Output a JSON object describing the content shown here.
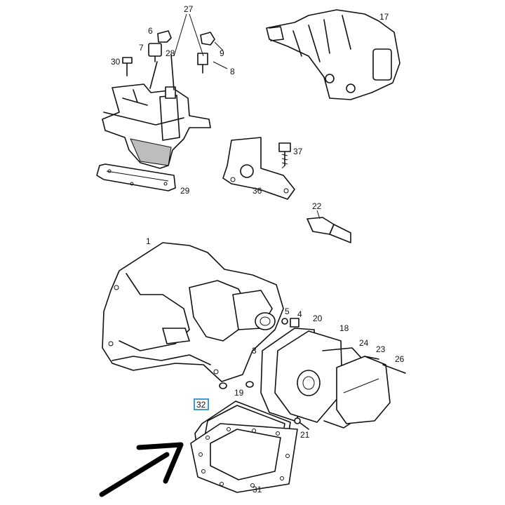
{
  "labels": {
    "p1": "1",
    "p3": "3",
    "p4": "4",
    "p5": "5",
    "p6": "6",
    "p7": "7",
    "p8": "8",
    "p9": "9",
    "p17": "17",
    "p18": "18",
    "p19": "19",
    "p20": "20",
    "p21": "21",
    "p22": "22",
    "p23": "23",
    "p24": "24",
    "p26": "26",
    "p27": "27",
    "p28": "28",
    "p29": "29",
    "p30": "30",
    "p31": "31",
    "p32": "32",
    "p36": "36",
    "p37": "37"
  },
  "highlight": {
    "part": "32",
    "color": "#2f8fc8"
  },
  "pointer": {
    "icon": "arrow-icon",
    "color": "#000000"
  }
}
